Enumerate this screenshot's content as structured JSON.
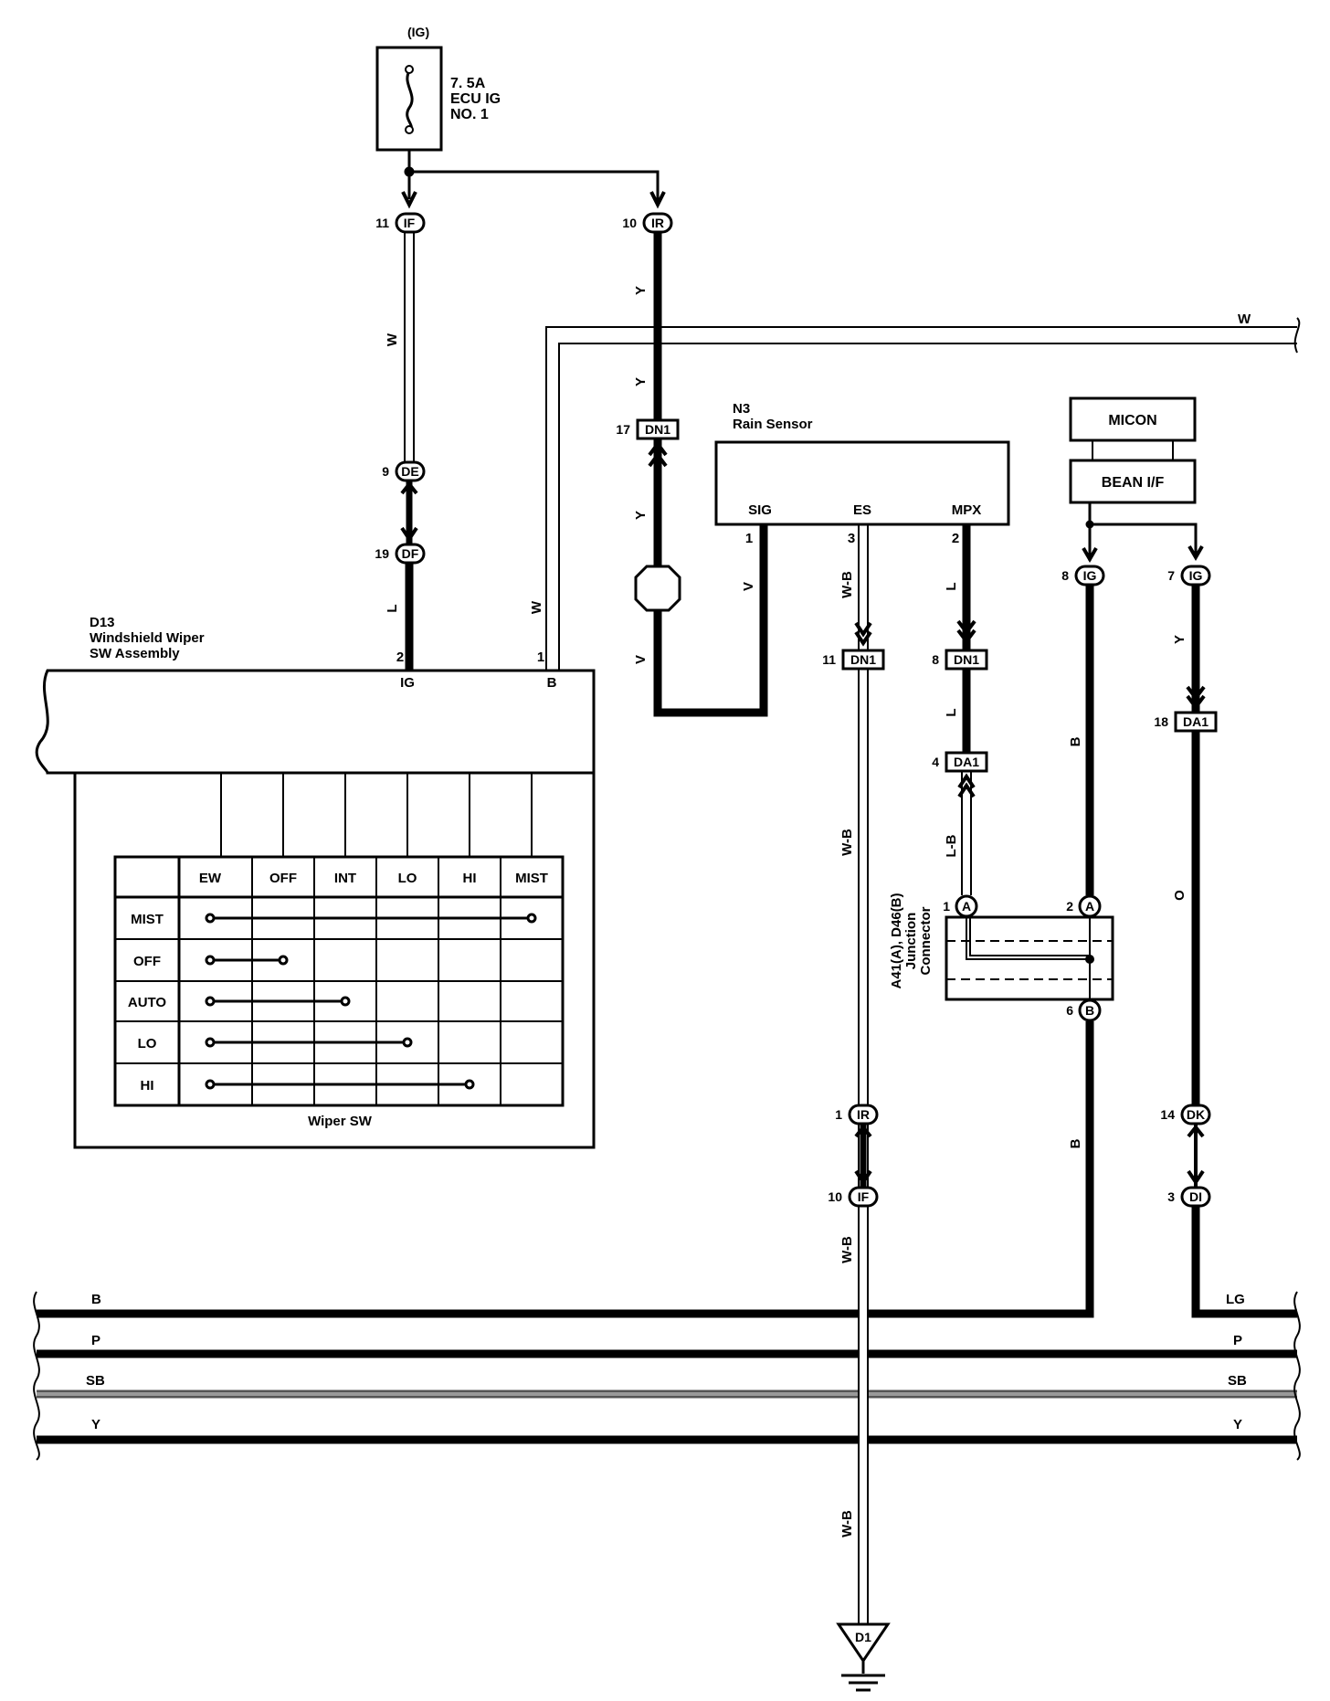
{
  "fuse": {
    "supply": "(IG)",
    "rating": "7. 5A",
    "name_line1": "ECU IG",
    "name_line2": "NO. 1"
  },
  "components": {
    "wiper_switch": {
      "ref": "D13",
      "name_line1": "Windshield Wiper",
      "name_line2": "SW Assembly",
      "pin_ig_num": "2",
      "pin_ig": "IG",
      "pin_b_num": "1",
      "pin_b": "B",
      "table_caption": "Wiper SW",
      "columns": [
        "EW",
        "OFF",
        "INT",
        "LO",
        "HI",
        "MIST"
      ],
      "rows": [
        "MIST",
        "OFF",
        "AUTO",
        "LO",
        "HI"
      ]
    },
    "rain_sensor": {
      "ref": "N3",
      "name": "Rain Sensor",
      "pin1_num": "1",
      "pin1": "SIG",
      "pin3_num": "3",
      "pin3": "ES",
      "pin2_num": "2",
      "pin2": "MPX"
    },
    "micon": "MICON",
    "bean_if": "BEAN I/F",
    "junction": {
      "ref": "A41(A), D46(B)",
      "name_line1": "Junction",
      "name_line2": "Connector",
      "pin1_num": "1",
      "pin1": "A",
      "pin2_num": "2",
      "pin2": "A",
      "pin6_num": "6",
      "pin6": "B"
    },
    "ground": "D1"
  },
  "connectors": {
    "if_11": {
      "num": "11",
      "code": "IF"
    },
    "ir_10": {
      "num": "10",
      "code": "IR"
    },
    "dn1_17": {
      "num": "17",
      "code": "DN1"
    },
    "de_9": {
      "num": "9",
      "code": "DE"
    },
    "df_19": {
      "num": "19",
      "code": "DF"
    },
    "dn1_11": {
      "num": "11",
      "code": "DN1"
    },
    "dn1_8": {
      "num": "8",
      "code": "DN1"
    },
    "da1_4": {
      "num": "4",
      "code": "DA1"
    },
    "ig_8": {
      "num": "8",
      "code": "IG"
    },
    "ig_7": {
      "num": "7",
      "code": "IG"
    },
    "da1_18": {
      "num": "18",
      "code": "DA1"
    },
    "ir_1": {
      "num": "1",
      "code": "IR"
    },
    "if_10": {
      "num": "10",
      "code": "IF"
    },
    "dk_14": {
      "num": "14",
      "code": "DK"
    },
    "di_3": {
      "num": "3",
      "code": "DI"
    }
  },
  "wires": {
    "w_top": "W",
    "w_left": "W",
    "w_d13": "W",
    "l_d13": "L",
    "y_1": "Y",
    "y_2": "Y",
    "y_3": "Y",
    "v_1": "V",
    "v_2": "V",
    "wb_1": "W-B",
    "wb_2": "W-B",
    "wb_3": "W-B",
    "wb_4": "W-B",
    "l_1": "L",
    "l_2": "L",
    "lb": "L-B",
    "b_1": "B",
    "b_2": "B",
    "y_4": "Y",
    "o": "O"
  },
  "bus": {
    "b_left": "B",
    "lg_right": "LG",
    "p_left": "P",
    "p_right": "P",
    "sb_left": "SB",
    "sb_right": "SB",
    "y_left": "Y",
    "y_right": "Y"
  }
}
